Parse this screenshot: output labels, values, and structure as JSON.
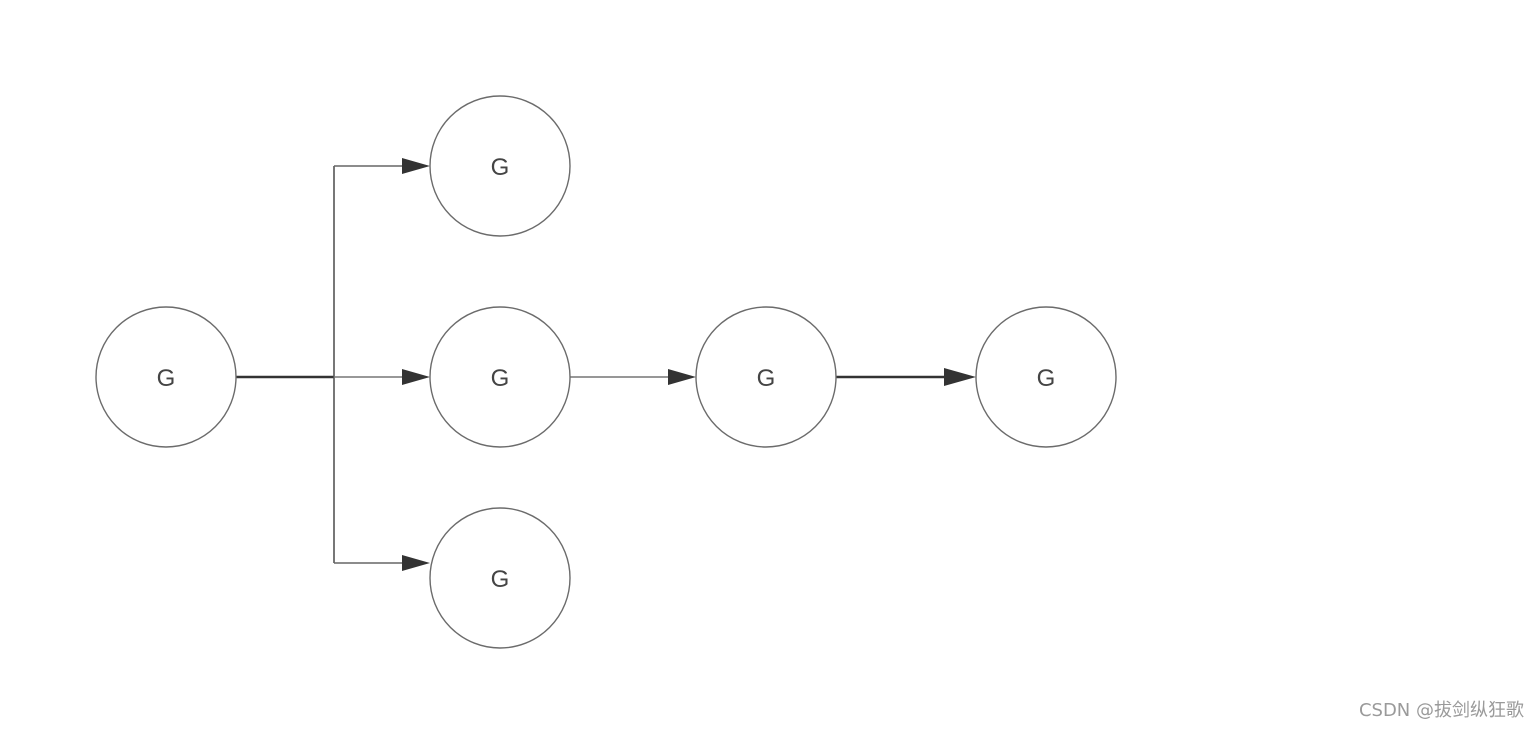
{
  "diagram": {
    "nodes": [
      {
        "id": "root",
        "label": "G"
      },
      {
        "id": "top",
        "label": "G"
      },
      {
        "id": "middle",
        "label": "G"
      },
      {
        "id": "bottom",
        "label": "G"
      },
      {
        "id": "chain-1",
        "label": "G"
      },
      {
        "id": "chain-2",
        "label": "G"
      }
    ],
    "edges": [
      {
        "from": "root",
        "to": "top"
      },
      {
        "from": "root",
        "to": "middle"
      },
      {
        "from": "root",
        "to": "bottom"
      },
      {
        "from": "middle",
        "to": "chain-1"
      },
      {
        "from": "chain-1",
        "to": "chain-2"
      }
    ]
  },
  "watermark": {
    "text": "CSDN @拔剑纵狂歌"
  }
}
